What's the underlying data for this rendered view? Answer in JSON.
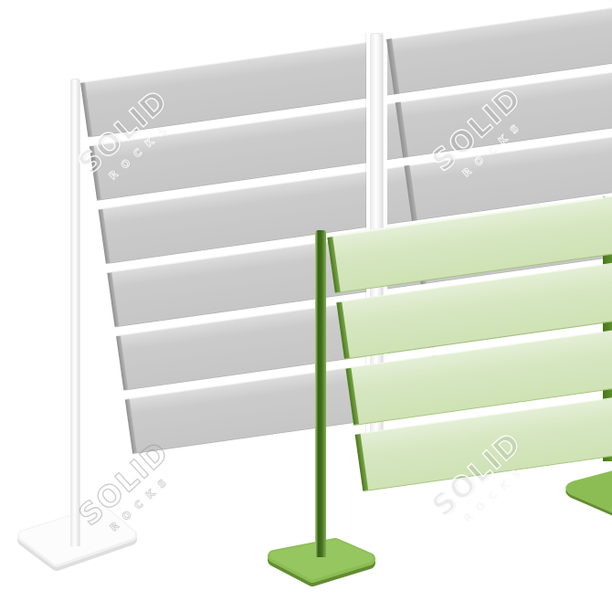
{
  "image": {
    "type": "3D product render",
    "subject": "Modular slatted partition fence screens on pedestal plate bases",
    "background_color": "#ffffff"
  },
  "watermark": {
    "word": "SOLID",
    "sub": "ROCKS"
  },
  "fences": {
    "back": {
      "label": "White-frame fence with gray slats",
      "slat_count": 6,
      "sections": 2,
      "slat_color": "#c9c9c9",
      "frame_color": "#ffffff",
      "base_color": "#fafafa"
    },
    "front": {
      "label": "Green-frame fence with light green slats",
      "slat_count": 4,
      "slat_color": "#d5e6c0",
      "frame_color": "#5e8f2e",
      "base_color": "#8cbd55"
    }
  }
}
